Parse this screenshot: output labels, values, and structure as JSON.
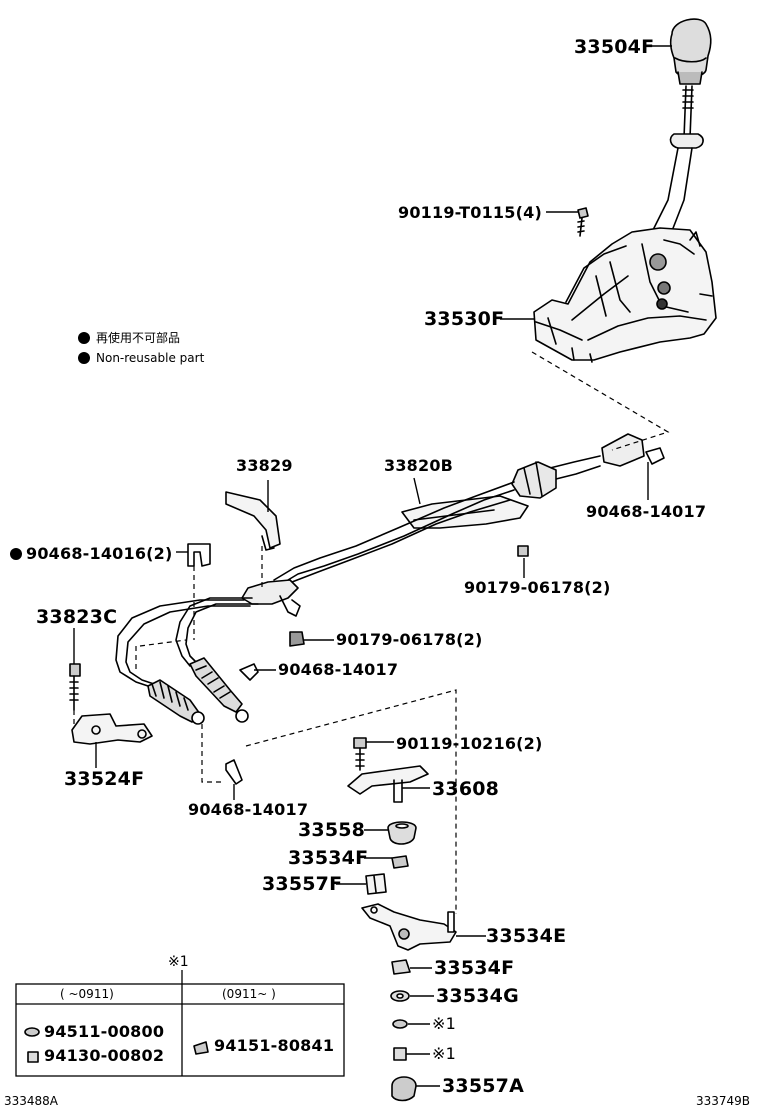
{
  "legend": {
    "ja": "再使用不可部品",
    "en": "Non-reusable part"
  },
  "callouts": {
    "knob": "33504F",
    "bolt_top": "90119-T0115(4)",
    "shift_lever": "33530F",
    "clip_right": "90468-14017",
    "cable_assy": "33820B",
    "nut_mid_right": "90179-06178(2)",
    "bracket_top": "33829",
    "clip_left": "90468-14016(2)",
    "bracket_left": "33823C",
    "nut_center": "90179-06178(2)",
    "clip_center": "90468-14017",
    "bracket_lower_left": "33524F",
    "clip_lower": "90468-14017",
    "bolt_lower": "90119-10216(2)",
    "lever_sub": "33608",
    "bushing_a": "33558",
    "collar_a": "33534F",
    "retainer": "33557F",
    "bellcrank": "33534E",
    "collar_b": "33534F",
    "washer": "33534G",
    "note_washer": "※1",
    "note_nut": "※1",
    "bushing_b": "33557A"
  },
  "table": {
    "note": "※1",
    "columns": [
      "(    ~0911)",
      "(0911~      )"
    ],
    "left_parts": [
      "94511-00800",
      "94130-00802"
    ],
    "right_parts": [
      "94151-80841"
    ]
  },
  "footer": {
    "left_code": "333488A",
    "right_code": "333749B"
  }
}
